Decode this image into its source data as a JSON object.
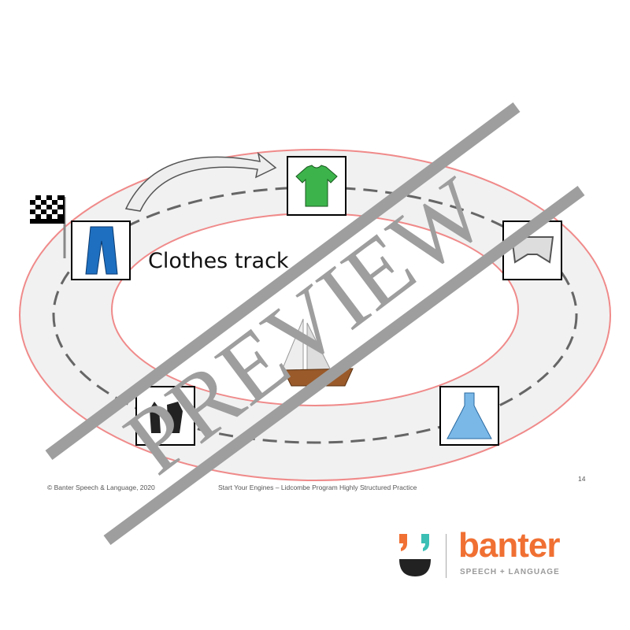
{
  "slide": {
    "title": "Clothes track",
    "page_number": "14",
    "copyright": "© Banter Speech & Language, 2020",
    "footer_title": "Start Your Engines – Lidcombe Program Highly Structured Practice",
    "cards": [
      {
        "item": "jeans",
        "icon": "jeans-icon"
      },
      {
        "item": "t-shirt",
        "icon": "green-tshirt-icon"
      },
      {
        "item": "underpants",
        "icon": "underpants-icon"
      },
      {
        "item": "dress",
        "icon": "blue-dress-icon"
      },
      {
        "item": "gloves",
        "icon": "black-gloves-icon"
      }
    ],
    "colors": {
      "track_border": "#f08a8a",
      "track_fill": "#f1f1f1",
      "dash": "#666666"
    }
  },
  "watermark": {
    "text": "PREVIEW",
    "color": "#9e9e9e"
  },
  "logo": {
    "word": "banter",
    "tagline": "SPEECH + LANGUAGE",
    "orange": "#f07033",
    "teal": "#3bbfb5"
  }
}
